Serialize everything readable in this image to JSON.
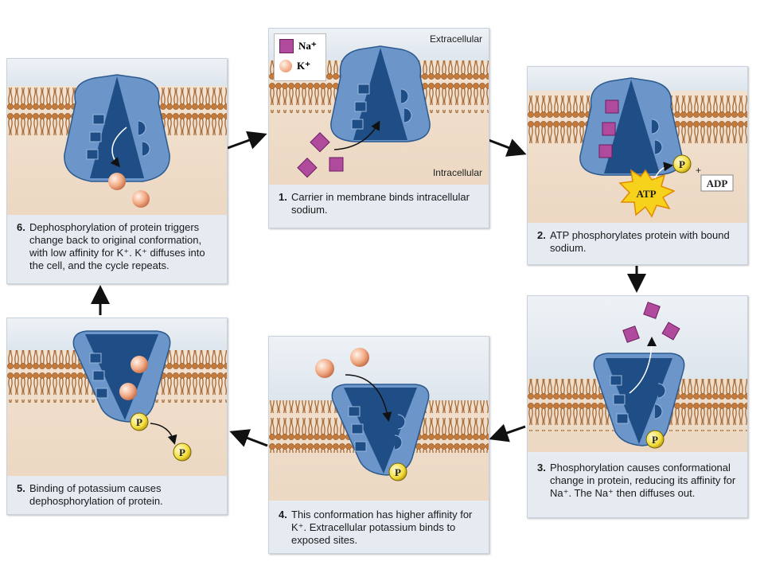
{
  "panels": {
    "p1": {
      "num": "1.",
      "text": "Carrier in membrane binds intracellular sodium.",
      "extracellular": "Extracellular",
      "intracellular": "Intracellular",
      "legend_na": "Na⁺",
      "legend_k": "K⁺"
    },
    "p2": {
      "num": "2.",
      "text": "ATP phosphorylates protein with bound sodium.",
      "atp": "ATP",
      "adp": "ADP",
      "p": "P",
      "plus": "+"
    },
    "p3": {
      "num": "3.",
      "text": "Phosphorylation causes conformational change in protein, reducing its affinity for Na⁺. The Na⁺ then diffuses out.",
      "p": "P"
    },
    "p4": {
      "num": "4.",
      "text": "This conformation has higher affinity for K⁺. Extracellular potassium binds to exposed sites.",
      "p": "P"
    },
    "p5": {
      "num": "5.",
      "text": "Binding of potassium causes dephosphorylation of protein.",
      "p": "P"
    },
    "p6": {
      "num": "6.",
      "text": "Dephosphorylation of protein triggers change back to original conformation, with low affinity for K⁺. K⁺ diffuses into the cell, and the cycle repeats."
    }
  },
  "colors": {
    "protein_dark": "#1f4e86",
    "protein_light": "#6c96c9",
    "sodium": "#b04a9c",
    "potassium": "#f0a27a",
    "phosphate": "#f4e55a"
  }
}
